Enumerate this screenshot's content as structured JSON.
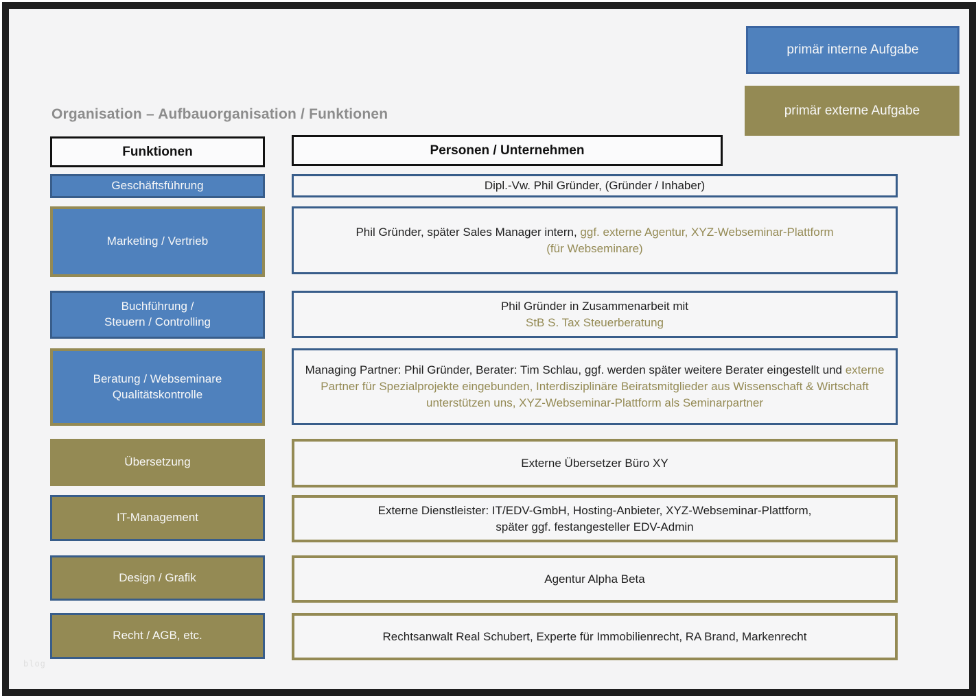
{
  "title": "Organisation – Aufbauorganisation / Funktionen",
  "watermark": "blog",
  "legend": [
    {
      "label": "primär interne Aufgabe",
      "type": "internal",
      "color": "#4F81BD"
    },
    {
      "label": "primär externe Aufgabe",
      "type": "external",
      "color": "#948A54"
    }
  ],
  "headers": {
    "functions": "Funktionen",
    "persons": "Personen / Unternehmen"
  },
  "colors": {
    "internal_blue": "#4F81BD",
    "blue_border": "#385D8A",
    "external_olive": "#948A54",
    "text_dark": "#1F1F1F",
    "title_gray": "#8C8C8C"
  },
  "rows": [
    {
      "function": {
        "label": "Geschäftsführung",
        "fill": "blue",
        "border": "blue"
      },
      "person": {
        "border": "blue",
        "segments": [
          {
            "text": "Dipl.-Vw. Phil Gründer, (Gründer / Inhaber)",
            "tone": "dark"
          }
        ]
      }
    },
    {
      "function": {
        "label": "Marketing / Vertrieb",
        "fill": "blue",
        "border": "olive"
      },
      "person": {
        "border": "blue",
        "segments": [
          {
            "text": "Phil Gründer, später Sales Manager intern, ",
            "tone": "dark"
          },
          {
            "text": "ggf. externe Agentur, XYZ-Webseminar-Plattform",
            "tone": "olive"
          },
          {
            "break": true
          },
          {
            "text": "(für Webseminare)",
            "tone": "olive"
          }
        ]
      }
    },
    {
      "function": {
        "label": "Buchführung /\nSteuern / Controlling",
        "fill": "blue",
        "border": "blue"
      },
      "person": {
        "border": "blue",
        "segments": [
          {
            "text": "Phil Gründer in Zusammenarbeit mit",
            "tone": "dark"
          },
          {
            "break": true
          },
          {
            "text": "StB S. Tax Steuerberatung",
            "tone": "olive"
          }
        ]
      }
    },
    {
      "function": {
        "label": "Beratung / Webseminare\nQualitätskontrolle",
        "fill": "blue",
        "border": "olive"
      },
      "person": {
        "border": "blue",
        "segments": [
          {
            "text": "Managing Partner: Phil Gründer, Berater: Tim Schlau, ggf. werden später weitere Berater eingestellt und ",
            "tone": "dark"
          },
          {
            "text": "externe Partner für Spezialprojekte eingebunden, Interdisziplinäre Beiratsmitglieder aus Wissenschaft & Wirtschaft unterstützen uns, XYZ-Webseminar-Plattform als Seminarpartner",
            "tone": "olive"
          }
        ]
      }
    },
    {
      "function": {
        "label": "Übersetzung",
        "fill": "olive",
        "border": "olive"
      },
      "person": {
        "border": "olive",
        "segments": [
          {
            "text": "Externe Übersetzer Büro XY",
            "tone": "dark"
          }
        ]
      }
    },
    {
      "function": {
        "label": "IT-Management",
        "fill": "olive",
        "border": "blue"
      },
      "person": {
        "border": "olive",
        "segments": [
          {
            "text": "Externe Dienstleister: IT/EDV-GmbH, Hosting-Anbieter, XYZ-Webseminar-Plattform,",
            "tone": "dark"
          },
          {
            "break": true
          },
          {
            "text": "später ggf. festangesteller EDV-Admin",
            "tone": "dark"
          }
        ]
      }
    },
    {
      "function": {
        "label": "Design / Grafik",
        "fill": "olive",
        "border": "blue"
      },
      "person": {
        "border": "olive",
        "segments": [
          {
            "text": "Agentur Alpha Beta",
            "tone": "dark"
          }
        ]
      }
    },
    {
      "function": {
        "label": "Recht / AGB, etc.",
        "fill": "olive",
        "border": "blue"
      },
      "person": {
        "border": "olive",
        "segments": [
          {
            "text": "Rechtsanwalt Real Schubert, Experte für Immobilienrecht, RA Brand, Markenrecht",
            "tone": "dark"
          }
        ]
      }
    }
  ]
}
